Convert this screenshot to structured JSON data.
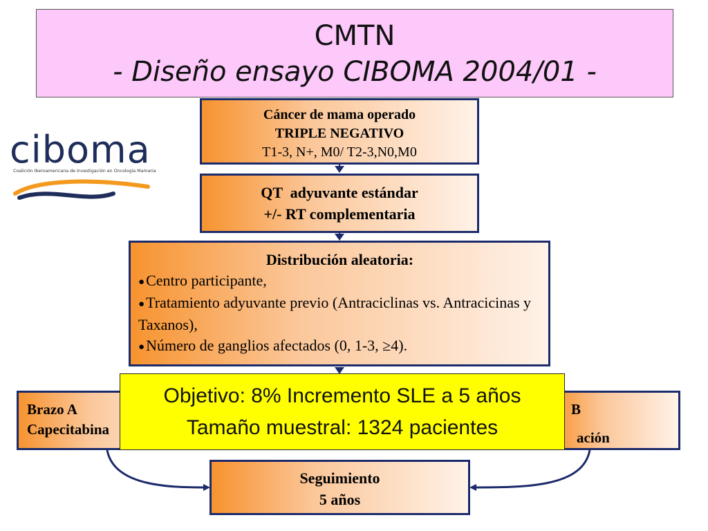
{
  "title": {
    "line1": "CMTN",
    "line2": "- Diseño ensayo CIBOMA 2004/01 -"
  },
  "logo": {
    "word": "ciboma",
    "tagline": "Coalición Iberoamericana de Investigación en Oncología Mamaria"
  },
  "flow": {
    "cancer": {
      "line1": "Cáncer de mama operado",
      "line2": "TRIPLE NEGATIVO",
      "line3": "T1-3, N+, M0/ T2-3,N0,M0"
    },
    "qt": {
      "line1": "QT  adyuvante estándar",
      "line2": "+/- RT complementaria"
    },
    "distribucion": {
      "heading": "Distribución aleatoria:",
      "items": [
        "Centro participante,",
        "Tratamiento adyuvante previo (Antraciclinas vs. Antracicinas y Taxanos),",
        "Número de ganglios afectados (0, 1-3, ≥4)."
      ]
    },
    "arm_a": {
      "line1": "Brazo A",
      "line2": "Capecitabina"
    },
    "arm_b": {
      "line1": "B",
      "line2": "ación"
    },
    "seguimiento": {
      "line1": "Seguimiento",
      "line2": "5 años"
    }
  },
  "objective": {
    "line1": "Objetivo: 8% Incremento SLE a 5 años",
    "line2": "Tamaño muestral: 1324 pacientes"
  },
  "colors": {
    "title_bg": "#fdc8fa",
    "box_border": "#1b2a6b",
    "gradient_start": "#f7932f",
    "objective_bg": "#ffff00"
  }
}
